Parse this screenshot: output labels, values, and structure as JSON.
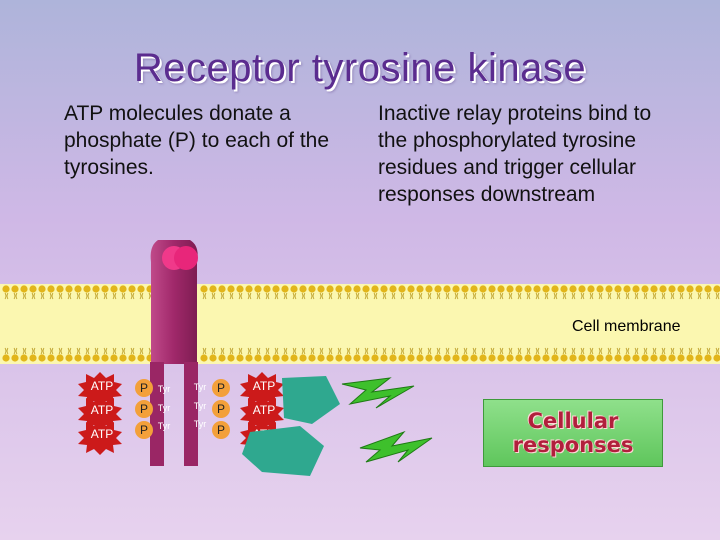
{
  "slide": {
    "title": "Receptor tyrosine kinase",
    "left_text": "ATP molecules donate a phosphate (P) to each of the tyrosines.",
    "right_text": "Inactive relay proteins bind to the phosphorylated tyrosine residues and trigger cellular responses downstream",
    "membrane_label": "Cell membrane",
    "cellular_responses": "Cellular responses",
    "atp_label": "ATP",
    "p_label": "P",
    "tyr_label": "Tyr"
  },
  "colors": {
    "background_top": "#aeb4da",
    "background_bottom": "#e7d2ee",
    "title": "#5b2c8f",
    "membrane": "#fbf7b0",
    "lipid_heads": "#e2b51a",
    "receptor": "#a0286a",
    "ligand": "#f0398a",
    "atp_burst": "#cc1a1a",
    "p_circle": "#f3a03a",
    "relay_protein": "#2fa88f",
    "signal_bolt": "#3ec02c",
    "response_box": "#6bd066",
    "response_text": "#b11f3c"
  }
}
